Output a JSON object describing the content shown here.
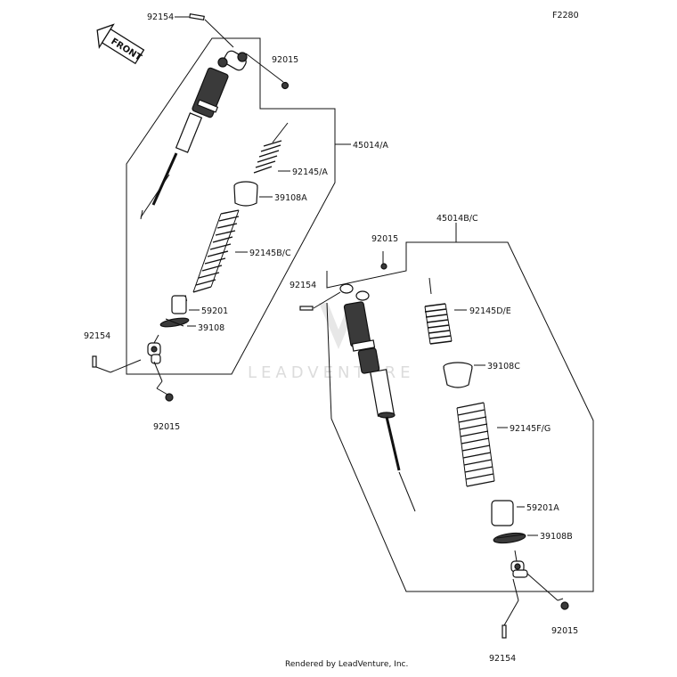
{
  "diagram_ref": "F2280",
  "front_label": "FRONT",
  "watermark": "LEADVENTURE",
  "footer": "Rendered by LeadVenture, Inc.",
  "left_assembly": {
    "assembly": "45014/A",
    "labels": [
      "92154",
      "92015",
      "92145/A",
      "39108A",
      "92145B/C",
      "59201",
      "39108",
      "92154",
      "92015"
    ]
  },
  "right_assembly": {
    "assembly": "45014B/C",
    "labels": [
      "92015",
      "92154",
      "92145D/E",
      "39108C",
      "92145F/G",
      "59201A",
      "39108B",
      "92015",
      "92154"
    ]
  },
  "colors": {
    "ink": "#111111",
    "watermark": "#dcdcdc",
    "body_fill": "#3a3a3a"
  }
}
